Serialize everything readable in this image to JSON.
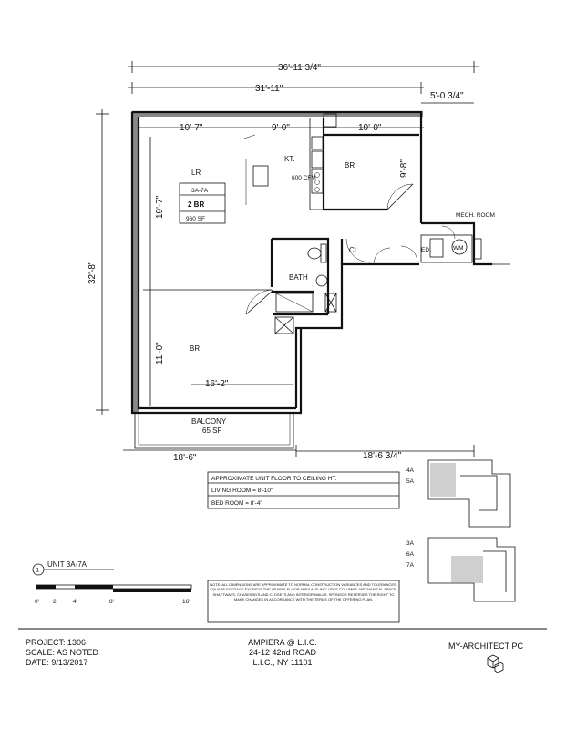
{
  "dimensions": {
    "overall_width": "36'-11 3/4\"",
    "interior_width": "31'-11\"",
    "right_offset": "5'-0 3/4\"",
    "lr_width": "10'-7\"",
    "kt_width": "9'-0\"",
    "bedroom_width_top": "10'-0\"",
    "bedroom_depth": "9'-8\"",
    "overall_height": "32'-8\"",
    "lr_height": "19'-7\"",
    "br_height": "11'-0\"",
    "br_width": "16'-2\"",
    "bottom_left": "18'-6\"",
    "bottom_right": "18'-6 3/4\""
  },
  "rooms": {
    "lr": "LR",
    "kt": "KT.",
    "vent_label": "600 CFM",
    "br_top": "BR",
    "closet": "CL",
    "bath": "BATH",
    "mech": "MECH. ROOM",
    "ed": "ED",
    "wm": "WM",
    "br_bottom": "BR",
    "balcony": "BALCONY",
    "balcony_area": "65 SF"
  },
  "unit_box": {
    "unit": "3A-7A",
    "type": "2 BR",
    "area": "960 SF"
  },
  "ceiling_table": {
    "title": "APPROXIMATE UNIT FLOOR TO CEILING HT.",
    "row1": "LIVING ROOM = 8'-10\"",
    "row2": "BED ROOM = 8'-4\""
  },
  "key_plans": {
    "top_labels": [
      "4A",
      "5A"
    ],
    "bottom_labels": [
      "3A",
      "6A",
      "7A"
    ]
  },
  "unit_label": {
    "number": "1",
    "text": "UNIT 3A-7A"
  },
  "scale_bar": {
    "ticks": [
      "0'",
      "2'",
      "4'",
      "8'",
      "16'"
    ]
  },
  "disclaimer": "NOTE: ALL DIMENSIONS ARE APPROXIMATE TO NORMAL CONSTRUCTION VARIANCES AND TOLERANCES. SQUARE FOOTAGE EXCEEDS THE USABLE FLOOR AREA AND INCLUDES COLUMNS, MECHANICAL SPACE, SHAFTWAYS, CHASEWAYS AND CLOSETS AND INTERIOR WALLS. SPONSOR RESERVES THE RIGHT TO MAKE CHANGES IN ACCORDANCE WITH THE TERMS OF THE OFFERING PLAN.",
  "footer": {
    "project": "PROJECT: 1306",
    "scale": "SCALE: AS NOTED",
    "date": "DATE: 9/13/2017",
    "name": "AMPIERA @ L.I.C.",
    "address1": "24-12 42nd ROAD",
    "address2": "L.I.C., NY 11101",
    "firm": "MY-ARCHITECT PC"
  }
}
